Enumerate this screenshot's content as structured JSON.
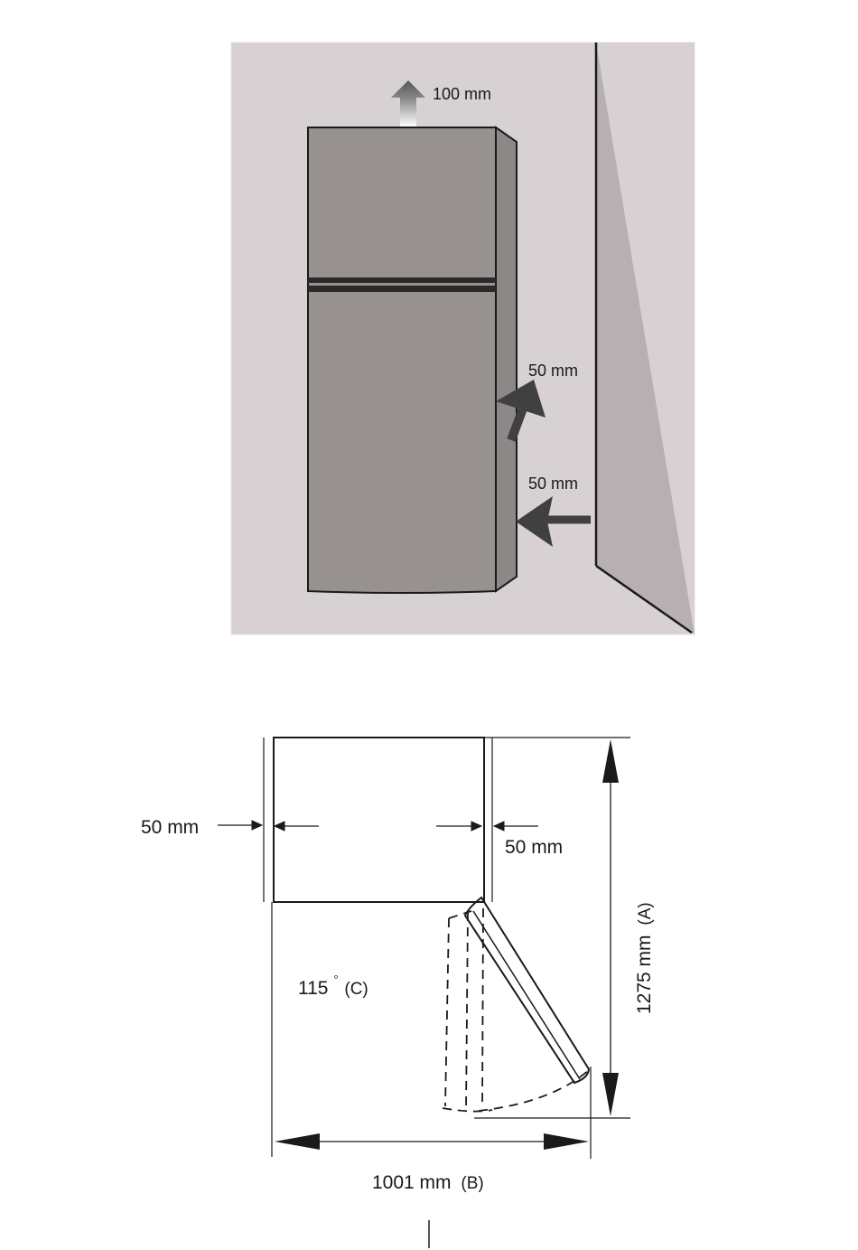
{
  "top_figure": {
    "clearance_top": "100 mm",
    "clearance_side_upper": "50 mm",
    "clearance_side_lower": "50 mm"
  },
  "bottom_figure": {
    "left_gap": "50 mm",
    "right_gap": "50 mm",
    "door_angle_value": "115",
    "door_angle_degree": "°",
    "door_angle_code": "(C)",
    "depth_value": "1275 mm",
    "depth_code": "(A)",
    "width_value": "1001 mm",
    "width_code": "(B)"
  },
  "colors": {
    "room_wall": "#d8d1d4",
    "side_wall": "#b9b0b4",
    "fridge_body": "#979190",
    "fridge_side": "#8c8686",
    "arrow_dark": "#404040",
    "line": "#1a1a1a"
  }
}
